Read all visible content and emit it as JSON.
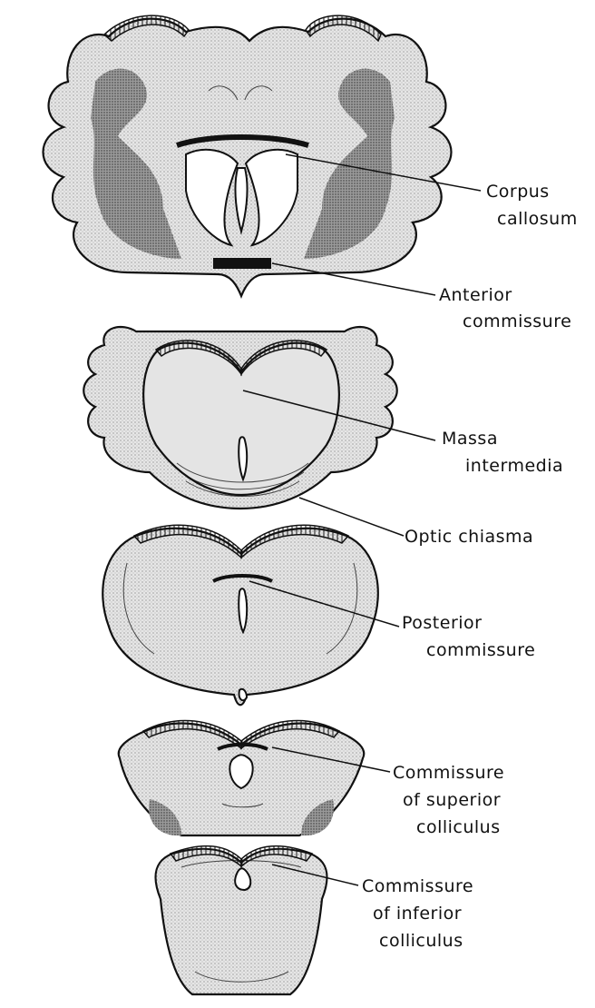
{
  "labels": {
    "corpus_callosum_1": "Corpus",
    "corpus_callosum_2": "callosum",
    "anterior_commissure_1": "Anterior",
    "anterior_commissure_2": "commissure",
    "massa_intermedia_1": "Massa",
    "massa_intermedia_2": "intermedia",
    "optic_chiasma": "Optic chiasma",
    "posterior_commissure_1": "Posterior",
    "posterior_commissure_2": "commissure",
    "sup_colliculus_1": "Commissure",
    "sup_colliculus_2": "of superior",
    "sup_colliculus_3": "colliculus",
    "inf_colliculus_1": "Commissure",
    "inf_colliculus_2": "of inferior",
    "inf_colliculus_3": "colliculus"
  }
}
